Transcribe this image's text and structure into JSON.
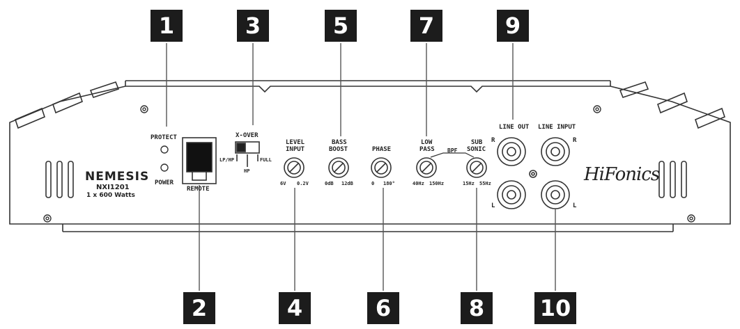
{
  "callouts": {
    "n1": "1",
    "n2": "2",
    "n3": "3",
    "n4": "4",
    "n5": "5",
    "n6": "6",
    "n7": "7",
    "n8": "8",
    "n9": "9",
    "n10": "10"
  },
  "panel": {
    "model_name": "NEMESIS",
    "model_code": "NXI1201",
    "model_power": "1 x 600 Watts",
    "brand_logo": "HiFonics"
  },
  "leds": {
    "protect": "PROTECT",
    "power": "POWER"
  },
  "remote": {
    "label": "REMOTE"
  },
  "xover": {
    "title": "X-OVER",
    "left": "LP/HP",
    "right": "FULL",
    "bottom": "HP"
  },
  "knobs": {
    "level": {
      "top": "LEVEL",
      "top2": "INPUT",
      "min": "6V",
      "max": "0.2V"
    },
    "bass": {
      "top": "BASS",
      "top2": "BOOST",
      "min": "0dB",
      "max": "12dB"
    },
    "phase": {
      "top": "PHASE",
      "min": "0",
      "max": "180°"
    },
    "lowpass": {
      "top": "LOW",
      "top2": "PASS",
      "min": "40Hz",
      "max": "150Hz"
    },
    "subsonic": {
      "top": "SUB",
      "top2": "SONIC",
      "min": "15Hz",
      "max": "55Hz"
    },
    "bpf": "BPF"
  },
  "rca": {
    "line_out": "LINE OUT",
    "line_input": "LINE INPUT",
    "r_left": "R",
    "r_right": "R",
    "l_left": "L",
    "l_right": "L"
  },
  "colors": {
    "callout_bg": "#1c1c1c",
    "line": "#333333"
  }
}
